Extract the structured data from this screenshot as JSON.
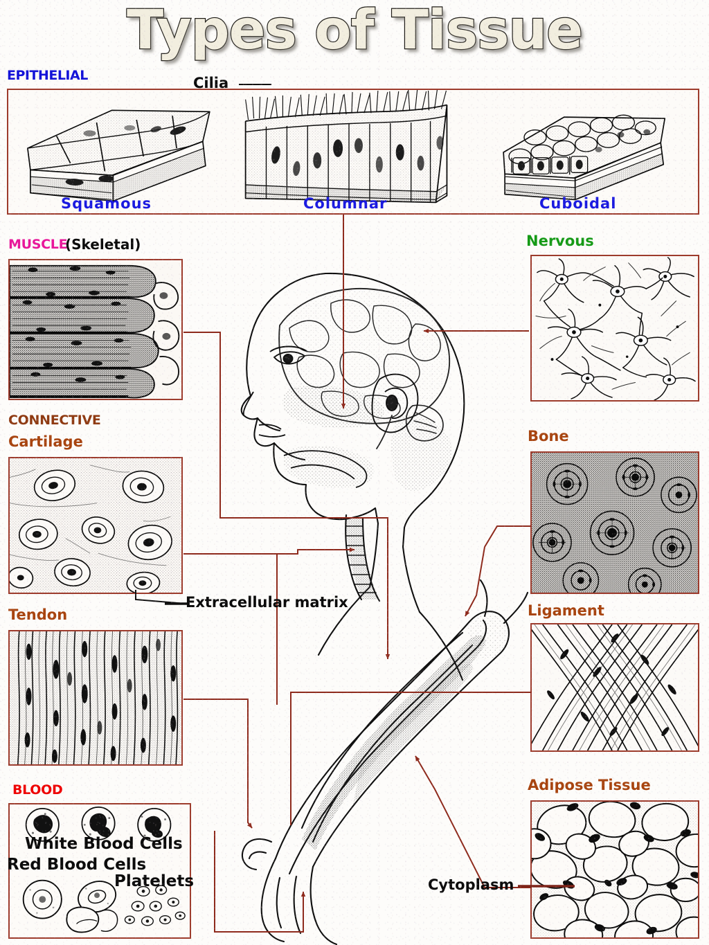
{
  "poster": {
    "title": "Types of Tissue",
    "title_color": "#f2eedf",
    "background_color": "#fdfcfa",
    "panel_border_color": "#9d3b2c",
    "leader_line_color": "#8e2a1c"
  },
  "categories": [
    {
      "name": "EPITHELIAL",
      "color": "#1313d8"
    },
    {
      "name": "MUSCLE",
      "color": "#e8179a",
      "qualifier": "(Skeletal)"
    },
    {
      "name": "CONNECTIVE",
      "color": "#8f3a12"
    },
    {
      "name": "Nervous",
      "color": "#159a16"
    },
    {
      "name": "BLOOD",
      "color": "#ef0000"
    }
  ],
  "labels": {
    "epithelial": "EPITHELIAL",
    "squamous": "Squamous",
    "columnar": "Columnar",
    "cuboidal": "Cuboidal",
    "cilia": "Cilia",
    "muscle": "MUSCLE",
    "muscle_qualifier": "(Skeletal)",
    "nervous": "Nervous",
    "connective": "CONNECTIVE",
    "cartilage": "Cartilage",
    "bone": "Bone",
    "tendon": "Tendon",
    "ligament": "Ligament",
    "blood": "BLOOD",
    "adipose": "Adipose Tissue",
    "extracellular_matrix": "Extracellular matrix",
    "cytoplasm": "Cytoplasm",
    "white_blood_cells": "White Blood Cells",
    "red_blood_cells": "Red Blood Cells",
    "platelets": "Platelets"
  },
  "panels": [
    {
      "id": "epithelial-strip",
      "label": "EPITHELIAL",
      "specimens": [
        "Squamous",
        "Columnar",
        "Cuboidal"
      ]
    },
    {
      "id": "muscle-skeletal",
      "label": "MUSCLE (Skeletal)"
    },
    {
      "id": "nervous",
      "label": "Nervous"
    },
    {
      "id": "cartilage",
      "label": "Cartilage"
    },
    {
      "id": "bone",
      "label": "Bone"
    },
    {
      "id": "tendon",
      "label": "Tendon"
    },
    {
      "id": "ligament",
      "label": "Ligament"
    },
    {
      "id": "blood",
      "label": "BLOOD"
    },
    {
      "id": "adipose",
      "label": "Adipose Tissue"
    }
  ],
  "callouts": [
    {
      "text": "Cilia",
      "target": "columnar-epithelium-apical-surface"
    },
    {
      "text": "Extracellular matrix",
      "target": "cartilage-matrix"
    },
    {
      "text": "Cytoplasm",
      "target": "adipose-cell-cytoplasm"
    }
  ],
  "anatomy": {
    "figure": "human-head-profile-with-brain-and-flexed-arm",
    "pointers": [
      "brain",
      "oral-epithelium",
      "trachea-cartilage",
      "humerus-bone",
      "biceps-muscle",
      "tendon-insertion",
      "ligament-joint",
      "subcutaneous-adipose"
    ]
  }
}
